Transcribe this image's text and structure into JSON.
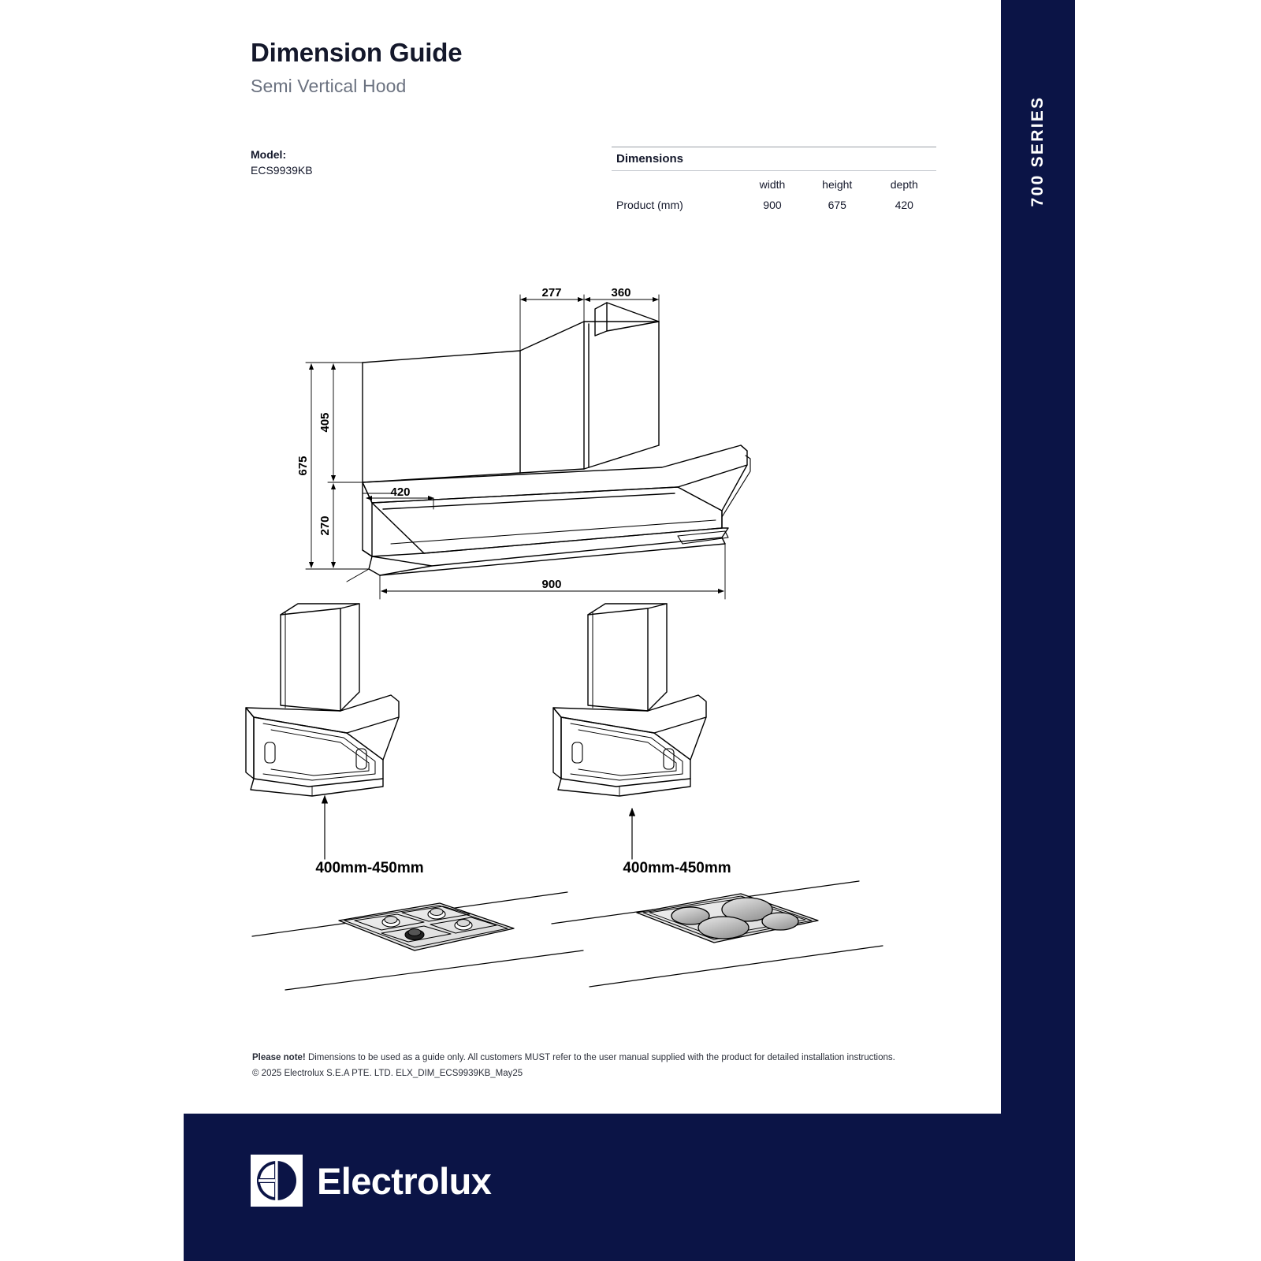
{
  "header": {
    "title": "Dimension Guide",
    "subtitle": "Semi Vertical Hood"
  },
  "series_bar": {
    "label": "700 SERIES",
    "background": "#0b1446",
    "text_color": "#ffffff"
  },
  "model": {
    "label": "Model:",
    "value": "ECS9939KB"
  },
  "dimensions_table": {
    "caption": "Dimensions",
    "columns": [
      "",
      "width",
      "height",
      "depth"
    ],
    "rows": [
      {
        "label": "Product (mm)",
        "width": "900",
        "height": "675",
        "depth": "420"
      }
    ]
  },
  "main_drawing": {
    "callouts": {
      "chimney_upper_width": "277",
      "chimney_top_width": "360",
      "chimney_height": "405",
      "total_height": "675",
      "depth": "420",
      "body_height": "270",
      "body_width": "900"
    }
  },
  "install_diagrams": [
    {
      "name": "gas-cooktop-clearance",
      "clearance_label": "400mm-450mm",
      "cooktop_type": "gas",
      "burner_count": 4
    },
    {
      "name": "electric-cooktop-clearance",
      "clearance_label": "400mm-450mm",
      "cooktop_type": "electric",
      "element_count": 4
    }
  ],
  "footer": {
    "note_bold": "Please note!",
    "note_text": " Dimensions to be used as a guide only. All customers MUST refer to the user manual supplied with the product for detailed installation instructions.",
    "copyright": "© 2025 Electrolux S.E.A PTE. LTD. ELX_DIM_ECS9939KB_May25",
    "brand": "Electrolux",
    "bar_color": "#0b1446"
  }
}
